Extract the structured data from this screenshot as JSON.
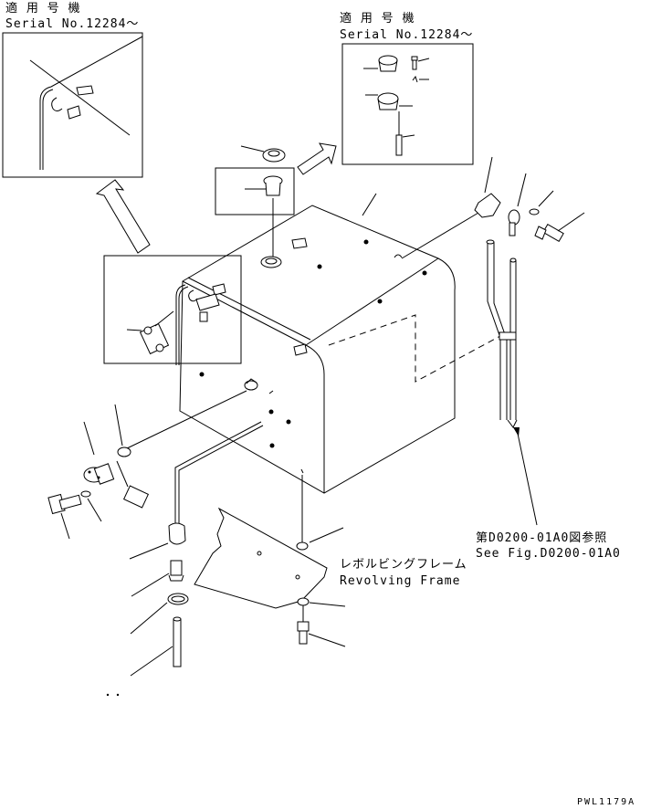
{
  "inset_left": {
    "applicable_label": "適 用 号 機",
    "serial_label": "Serial No.12284～"
  },
  "inset_right": {
    "applicable_label": "適 用 号 機",
    "serial_label": "Serial No.12284～"
  },
  "labels": {
    "revolving_frame_jp": "レボルビングフレーム",
    "revolving_frame_en": "Revolving Frame",
    "figure_ref_jp": "第D0200-01A0図参照",
    "figure_ref_en": "See Fig.D0200-01A0"
  },
  "drawing_code": "PWL1179A"
}
